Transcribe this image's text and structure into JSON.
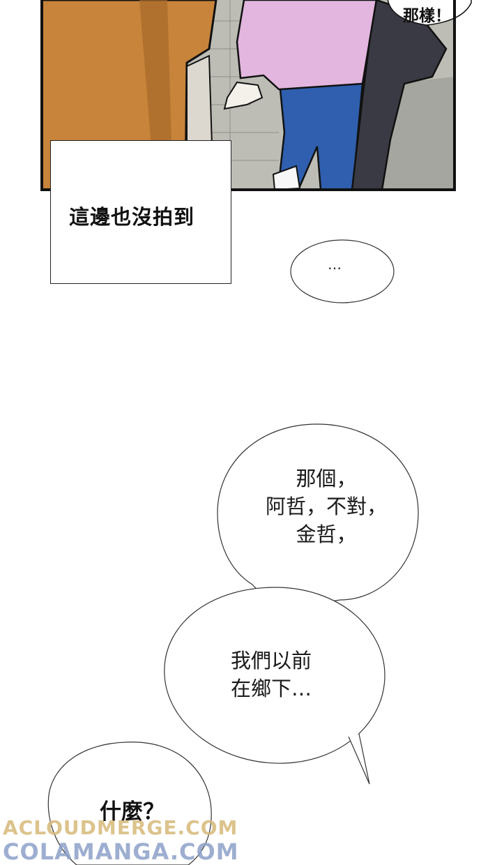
{
  "panel": {
    "top_bubble_text": "那樣！"
  },
  "caption": {
    "text": "這邊也沒拍到"
  },
  "bubbles": {
    "ellipsis": "…",
    "line1": "那個，",
    "line2": "阿哲，不對，",
    "line3": "金哲，",
    "line4": "我們以前",
    "line5": "在鄉下…",
    "what": "什麼？"
  },
  "watermark": {
    "line1": "ACLOUDMERGE.COM",
    "line2": "COLAMANGA.COM"
  },
  "colors": {
    "coat": "#c7843a",
    "hoodie": "#e2b6de",
    "jeans": "#2f5fae",
    "wall": "#b9b9b2",
    "panel_border": "#111111"
  }
}
